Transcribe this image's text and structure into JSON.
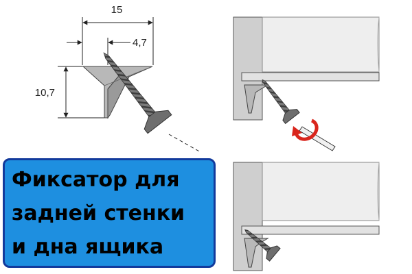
{
  "dimensions": {
    "width_label": "15",
    "offset_label": "4,7",
    "height_label": "10,7"
  },
  "title": {
    "lines": [
      "Фиксатор для",
      "задней стенки",
      "и дна ящика"
    ]
  },
  "colors": {
    "accent_rotation": "#d9251c",
    "title_bg": "#1e8fe0",
    "title_border": "#123a9c",
    "panel_fill": "#e2e2e2",
    "fixer_fill": "#b8b8b8",
    "screw_fill": "#6e6e6e"
  }
}
